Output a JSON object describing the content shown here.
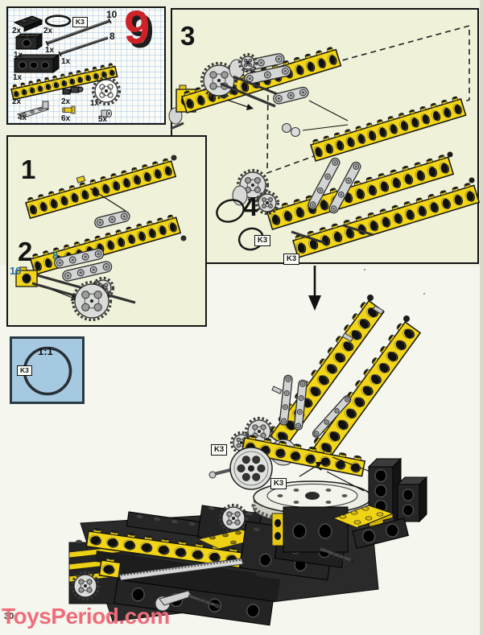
{
  "page": {
    "number": "30",
    "watermark": "ToysPeriod.com"
  },
  "header": {
    "step_number": "9"
  },
  "parts_box": {
    "band_tag": "K3",
    "items": [
      {
        "id": "plate-2x2-black",
        "count": "2x"
      },
      {
        "id": "rubber-band",
        "count": "2x"
      },
      {
        "id": "axle-10",
        "count": "1x",
        "length": "10"
      },
      {
        "id": "axle-8",
        "count": "1x",
        "length": "8"
      },
      {
        "id": "technic-brick-1x2-black",
        "count": "1x"
      },
      {
        "id": "technic-brick-1x4-black",
        "count": "1x"
      },
      {
        "id": "technic-beam-1x16-yellow",
        "count": "2x"
      },
      {
        "id": "angle-lever-grey",
        "count": "4x"
      },
      {
        "id": "axle-joiner-black",
        "count": "2x"
      },
      {
        "id": "connector-peg-yellow",
        "count": "6x"
      },
      {
        "id": "gear-24-tooth",
        "count": "1x"
      },
      {
        "id": "bush-grey",
        "count": "5x"
      }
    ]
  },
  "steps": [
    {
      "number": "1"
    },
    {
      "number": "2",
      "axle_labels": {
        "eight": "8",
        "ten": "10"
      }
    },
    {
      "number": "3"
    },
    {
      "number": "4",
      "band_tags": [
        "K3",
        "K3"
      ]
    }
  ],
  "scale_box": {
    "ratio": "1:1",
    "tag": "K3"
  },
  "main_model": {
    "tags": [
      "K3",
      "K3"
    ]
  },
  "colors": {
    "lego_yellow": "#f2d516",
    "accent_red": "#ce2128",
    "label_blue": "#2667b0",
    "watermark_pink": "#ee6d7b",
    "scale_box_bg": "#a6c9e2",
    "panel_bg": "#eff1d8",
    "grid_blue": "#6ea0d7"
  }
}
